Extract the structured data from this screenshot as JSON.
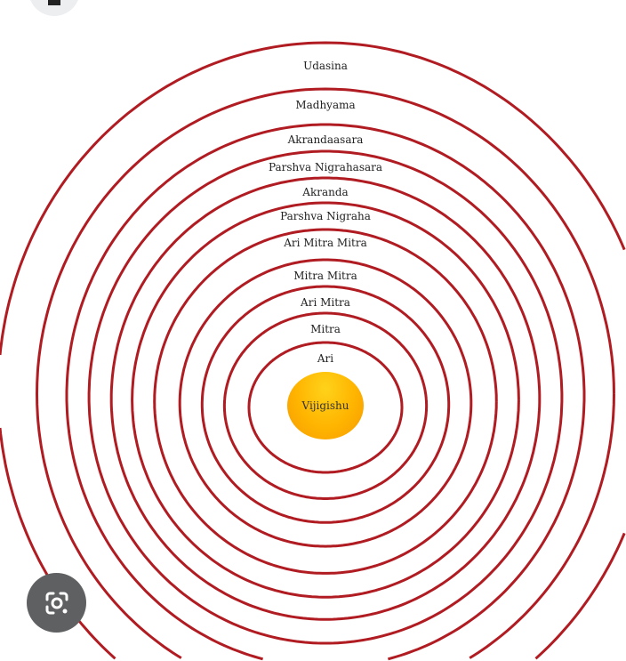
{
  "diagram": {
    "title_center": "Vijigishu",
    "rings": [
      "Udasina",
      "Madhyama",
      "Akrandaasara",
      "Parshva Nigrahasara",
      "Akranda",
      "Parshva Nigraha",
      "Ari Mitra Mitra",
      "Mitra Mitra",
      "Ari Mitra",
      "Mitra",
      "Ari"
    ],
    "ring_color": "#b01c22",
    "center_color": "#ffb400"
  },
  "controls": {
    "lens_icon": "google-lens-icon"
  }
}
